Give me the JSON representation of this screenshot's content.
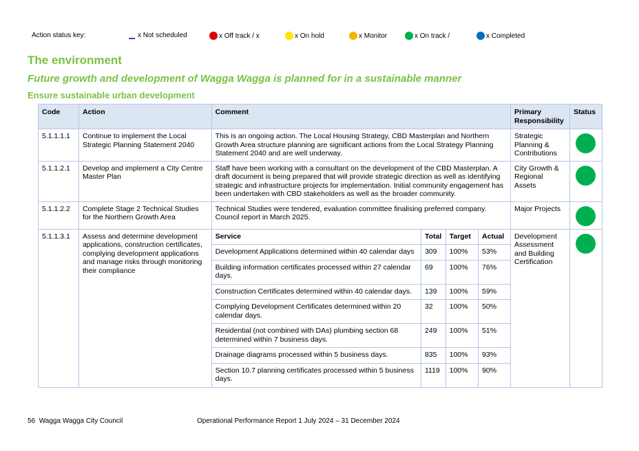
{
  "status_key": {
    "label": "Action status key:",
    "items": [
      {
        "label": "x Not scheduled",
        "color": "#7030a0",
        "icon": "dash"
      },
      {
        "label": "x Off track / x",
        "color": "#e00000",
        "icon": "circle"
      },
      {
        "label": "x On hold",
        "color": "#ffe600",
        "icon": "circle"
      },
      {
        "label": "x Monitor",
        "color": "#f5b400",
        "icon": "circle"
      },
      {
        "label": "x On track /",
        "color": "#00b050",
        "icon": "circle"
      },
      {
        "label": "x Completed",
        "color": "#0070c0",
        "icon": "circle"
      }
    ]
  },
  "heading": "The environment",
  "subheading": "Future growth and development of Wagga Wagga is planned for in a sustainable manner",
  "section_heading": "Ensure sustainable urban development",
  "table": {
    "headers": {
      "code": "Code",
      "action": "Action",
      "comment": "Comment",
      "primary": "Primary Responsibility",
      "status": "Status"
    },
    "rows": [
      {
        "code": "5.1.1.1.1",
        "action": "Continue to implement the Local Strategic Planning Statement 2040",
        "comment": "This is an ongoing action. The Local Housing Strategy, CBD Masterplan and Northern Growth Area structure planning are significant actions from the Local Strategy Planning Statement 2040 and are well underway.",
        "primary": "Strategic Planning & Contributions",
        "status": "On track",
        "status_color": "#00b050"
      },
      {
        "code": "5.1.1.2.1",
        "action": "Develop and implement a City Centre Master Plan",
        "comment": "Staff have been working with a consultant on the development of the CBD Masterplan. A draft document is being prepared that will provide strategic direction as well as identifying strategic and infrastructure projects for implementation.  Initial community engagement has been undertaken with CBD stakeholders as well as the broader community.",
        "primary": "City Growth & Regional Assets",
        "status": "On track",
        "status_color": "#00b050"
      },
      {
        "code": "5.1.1.2.2",
        "action": "Complete Stage 2 Technical Studies for the Northern Growth Area",
        "comment": "Technical Studies were tendered, evaluation committee finalising preferred company. Council report in March 2025.",
        "primary": "Major Projects",
        "status": "On track",
        "status_color": "#00b050"
      },
      {
        "code": "5.1.1.3.1",
        "action": "Assess and determine development applications, construction certificates, complying development applications and manage risks through monitoring their compliance",
        "primary": "Development Assessment and Building Certification",
        "status": "On track",
        "status_color": "#00b050",
        "service_headers": {
          "service": "Service",
          "total": "Total",
          "target": "Target",
          "actual": "Actual"
        },
        "services": [
          {
            "service": "Development Applications determined within 40 calendar days",
            "total": "309",
            "target": "100%",
            "actual": "53%"
          },
          {
            "service": "Building information certificates processed within 27 calendar days.",
            "total": "69",
            "target": "100%",
            "actual": "76%"
          },
          {
            "service": "Construction Certificates determined within 40 calendar days.",
            "total": "139",
            "target": "100%",
            "actual": "59%"
          },
          {
            "service": "Complying Development Certificates determined within 20 calendar days.",
            "total": "32",
            "target": "100%",
            "actual": "50%"
          },
          {
            "service": "Residential (not combined with DAs) plumbing section 68 determined within 7 business days.",
            "total": "249",
            "target": "100%",
            "actual": "51%"
          },
          {
            "service": "Drainage diagrams processed within 5 business days.",
            "total": "835",
            "target": "100%",
            "actual": "93%"
          },
          {
            "service": "Section 10.7 planning certificates processed within 5 business days.",
            "total": "1119",
            "target": "100%",
            "actual": "90%"
          }
        ]
      }
    ]
  },
  "footer": {
    "page_number": "56",
    "organisation": "Wagga Wagga City Council",
    "report": "Operational Performance Report 1 July 2024 – 31 December 2024"
  }
}
